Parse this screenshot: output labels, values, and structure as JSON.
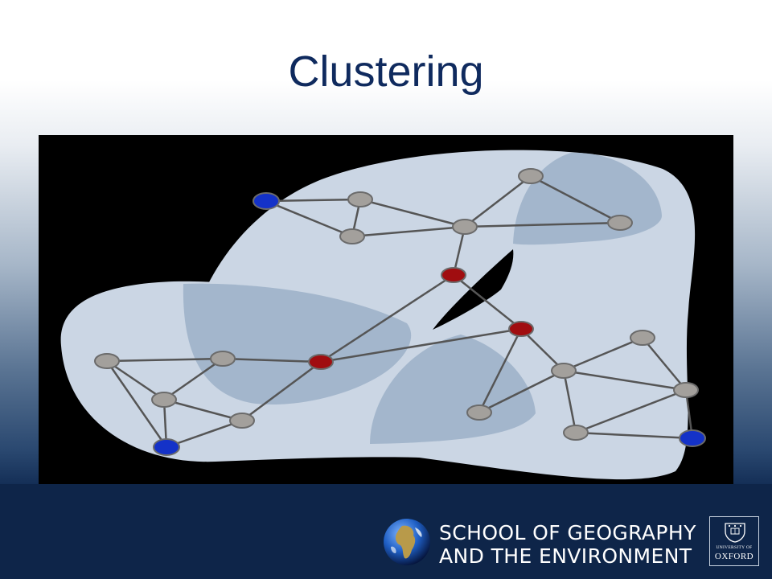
{
  "slide": {
    "title": "Clustering"
  },
  "footer": {
    "school_line1": "SCHOOL OF GEOGRAPHY",
    "school_line2": "AND THE ENVIRONMENT",
    "university_of": "UNIVERSITY OF",
    "oxford": "OXFORD"
  },
  "colors": {
    "title": "#0f2a5e",
    "footer_bg": "#0e2549",
    "node_gray": "#a3a09c",
    "node_red": "#a00d10",
    "node_blue": "#1432c8",
    "cluster_fill": "#cbd6e4",
    "overlap_fill": "#9fb2c9"
  },
  "icons": [
    "globe-icon",
    "oxford-crest-icon"
  ]
}
